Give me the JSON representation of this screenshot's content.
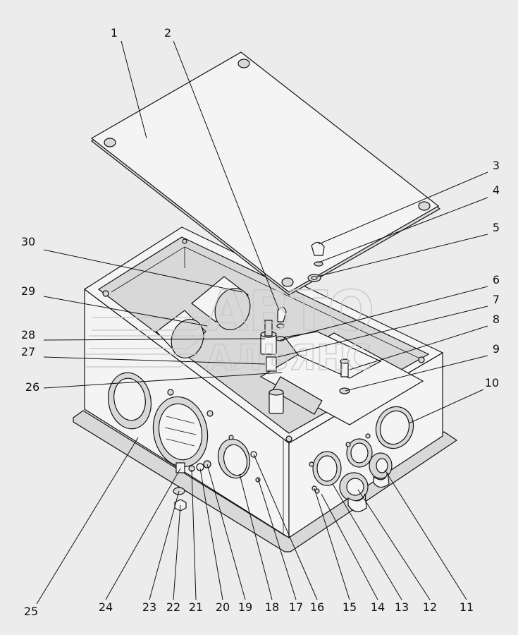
{
  "watermark": {
    "line1": "АВТО",
    "line2": "АЛЬЯНС"
  },
  "callouts": [
    {
      "n": "1"
    },
    {
      "n": "2"
    },
    {
      "n": "3"
    },
    {
      "n": "4"
    },
    {
      "n": "5"
    },
    {
      "n": "6"
    },
    {
      "n": "7"
    },
    {
      "n": "8"
    },
    {
      "n": "9"
    },
    {
      "n": "10"
    },
    {
      "n": "11"
    },
    {
      "n": "12"
    },
    {
      "n": "13"
    },
    {
      "n": "14"
    },
    {
      "n": "15"
    },
    {
      "n": "16"
    },
    {
      "n": "17"
    },
    {
      "n": "18"
    },
    {
      "n": "19"
    },
    {
      "n": "20"
    },
    {
      "n": "21"
    },
    {
      "n": "22"
    },
    {
      "n": "23"
    },
    {
      "n": "24"
    },
    {
      "n": "25"
    },
    {
      "n": "26"
    },
    {
      "n": "27"
    },
    {
      "n": "28"
    },
    {
      "n": "29"
    },
    {
      "n": "30"
    }
  ]
}
